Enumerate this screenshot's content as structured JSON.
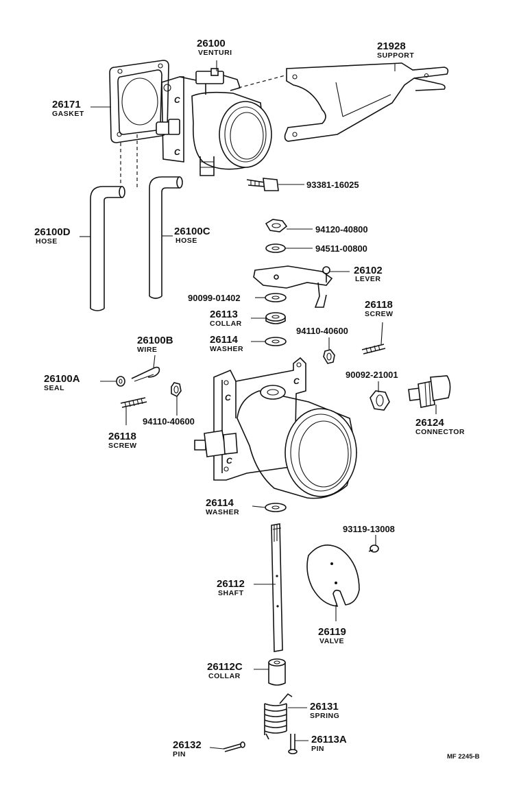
{
  "diagram_ref": "MF 2245-B",
  "body_mark": "C",
  "parts": [
    {
      "number": "26100",
      "name": "VENTURI"
    },
    {
      "number": "21928",
      "name": "SUPPORT"
    },
    {
      "number": "26171",
      "name": "GASKET"
    },
    {
      "number": "93381-16025"
    },
    {
      "number": "26100D",
      "name": "HOSE"
    },
    {
      "number": "26100C",
      "name": "HOSE"
    },
    {
      "number": "94120-40800"
    },
    {
      "number": "94511-00800"
    },
    {
      "number": "26102",
      "name": "LEVER"
    },
    {
      "number": "90099-01402"
    },
    {
      "number": "26113",
      "name": "COLLAR"
    },
    {
      "number": "26118",
      "name": "SCREW"
    },
    {
      "number": "26114",
      "name": "WASHER"
    },
    {
      "number": "94110-40600"
    },
    {
      "number": "26100B",
      "name": "WIRE"
    },
    {
      "number": "26100A",
      "name": "SEAL"
    },
    {
      "number": "90092-21001"
    },
    {
      "number": "26118",
      "name": "SCREW"
    },
    {
      "number": "94110-40600"
    },
    {
      "number": "26124",
      "name": "CONNECTOR"
    },
    {
      "number": "26114",
      "name": "WASHER"
    },
    {
      "number": "93119-13008"
    },
    {
      "number": "26112",
      "name": "SHAFT"
    },
    {
      "number": "26119",
      "name": "VALVE"
    },
    {
      "number": "26112C",
      "name": "COLLAR"
    },
    {
      "number": "26131",
      "name": "SPRING"
    },
    {
      "number": "26132",
      "name": "PIN"
    },
    {
      "number": "26113A",
      "name": "PIN"
    }
  ]
}
